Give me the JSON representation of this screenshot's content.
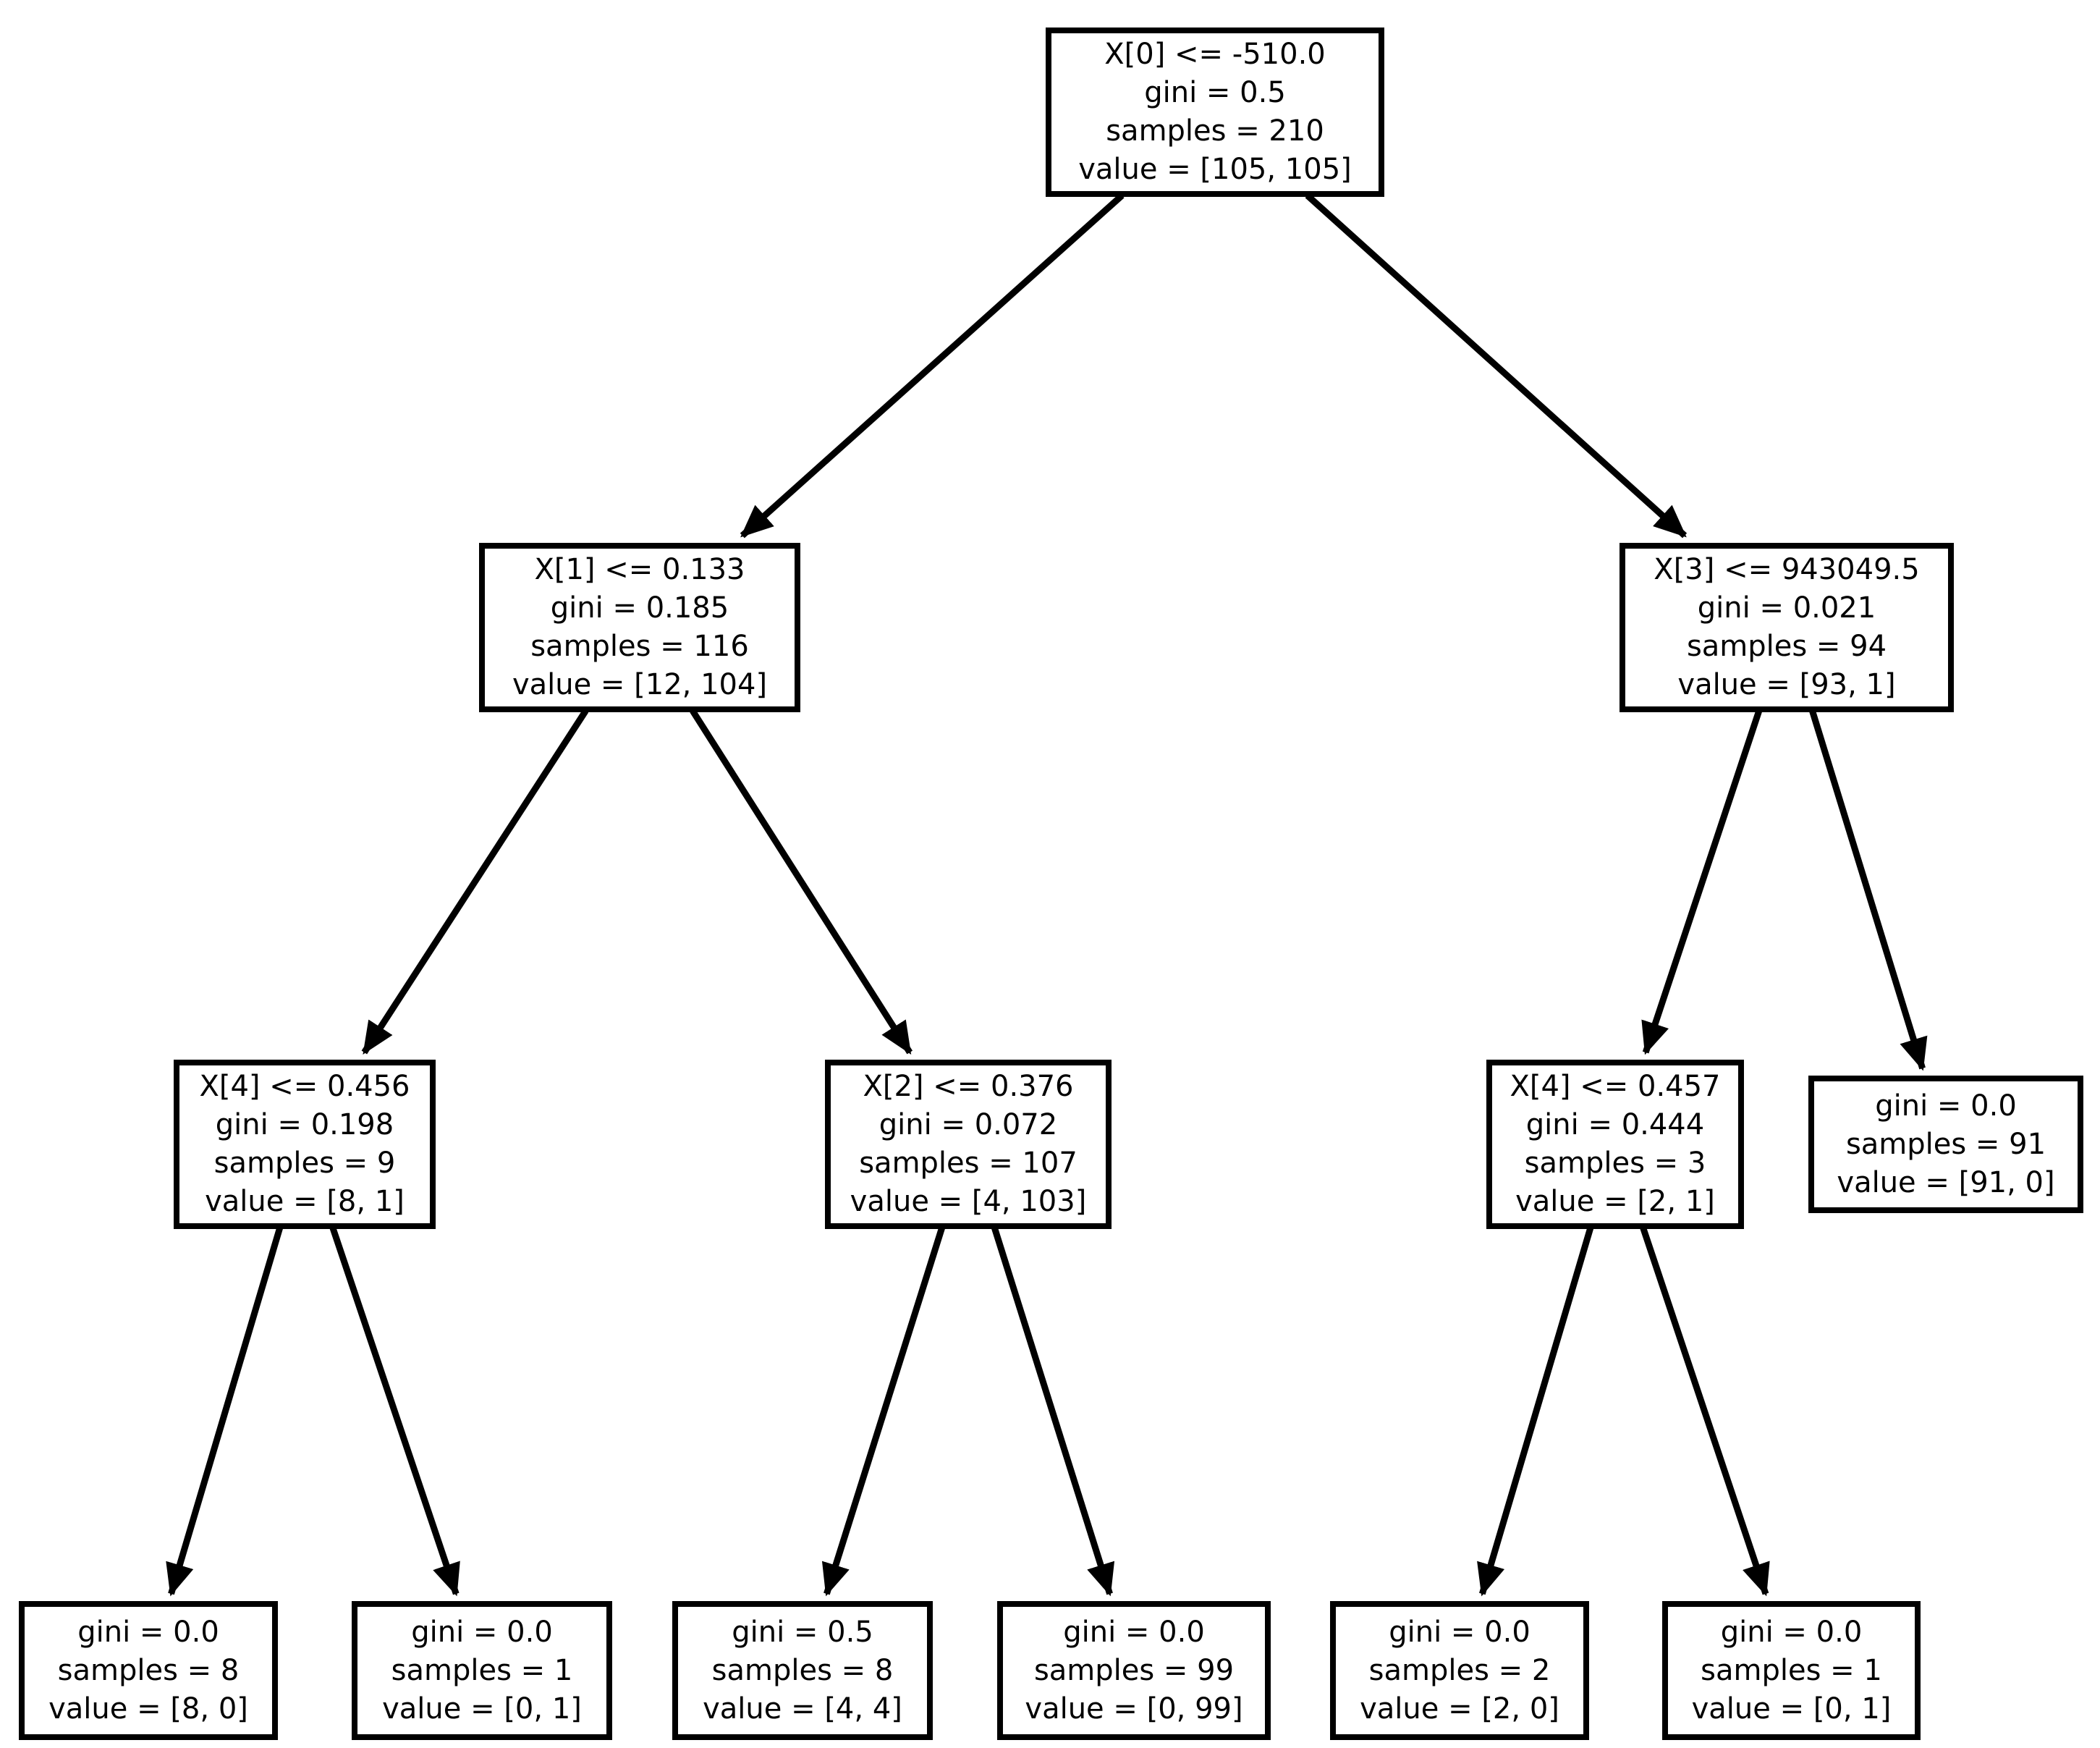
{
  "diagram": {
    "type": "decision-tree",
    "description": "scikit-learn style decision tree plot, black boxes with split condition, gini, samples and class value counts",
    "colors": {
      "background": "#ffffff",
      "node_fill": "#ffffff",
      "node_border": "#000000",
      "edge": "#000000",
      "text": "#000000"
    }
  },
  "nodes": [
    {
      "id": "n0",
      "lines": [
        "X[0] <= -510.0",
        "gini = 0.5",
        "samples = 210",
        "value = [105, 105]"
      ]
    },
    {
      "id": "n1",
      "lines": [
        "X[1] <= 0.133",
        "gini = 0.185",
        "samples = 116",
        "value = [12, 104]"
      ]
    },
    {
      "id": "n2",
      "lines": [
        "X[3] <= 943049.5",
        "gini = 0.021",
        "samples = 94",
        "value = [93, 1]"
      ]
    },
    {
      "id": "n3",
      "lines": [
        "X[4] <= 0.456",
        "gini = 0.198",
        "samples = 9",
        "value = [8, 1]"
      ]
    },
    {
      "id": "n4",
      "lines": [
        "X[2] <= 0.376",
        "gini = 0.072",
        "samples = 107",
        "value = [4, 103]"
      ]
    },
    {
      "id": "n5",
      "lines": [
        "X[4] <= 0.457",
        "gini = 0.444",
        "samples = 3",
        "value = [2, 1]"
      ]
    },
    {
      "id": "n6",
      "lines": [
        "gini = 0.0",
        "samples = 91",
        "value = [91, 0]"
      ]
    },
    {
      "id": "n7",
      "lines": [
        "gini = 0.0",
        "samples = 8",
        "value = [8, 0]"
      ]
    },
    {
      "id": "n8",
      "lines": [
        "gini = 0.0",
        "samples = 1",
        "value = [0, 1]"
      ]
    },
    {
      "id": "n9",
      "lines": [
        "gini = 0.5",
        "samples = 8",
        "value = [4, 4]"
      ]
    },
    {
      "id": "n10",
      "lines": [
        "gini = 0.0",
        "samples = 99",
        "value = [0, 99]"
      ]
    },
    {
      "id": "n11",
      "lines": [
        "gini = 0.0",
        "samples = 2",
        "value = [2, 0]"
      ]
    },
    {
      "id": "n12",
      "lines": [
        "gini = 0.0",
        "samples = 1",
        "value = [0, 1]"
      ]
    }
  ],
  "edges": [
    [
      "n0",
      "n1"
    ],
    [
      "n0",
      "n2"
    ],
    [
      "n1",
      "n3"
    ],
    [
      "n1",
      "n4"
    ],
    [
      "n2",
      "n5"
    ],
    [
      "n2",
      "n6"
    ],
    [
      "n3",
      "n7"
    ],
    [
      "n3",
      "n8"
    ],
    [
      "n4",
      "n9"
    ],
    [
      "n4",
      "n10"
    ],
    [
      "n5",
      "n11"
    ],
    [
      "n5",
      "n12"
    ]
  ]
}
